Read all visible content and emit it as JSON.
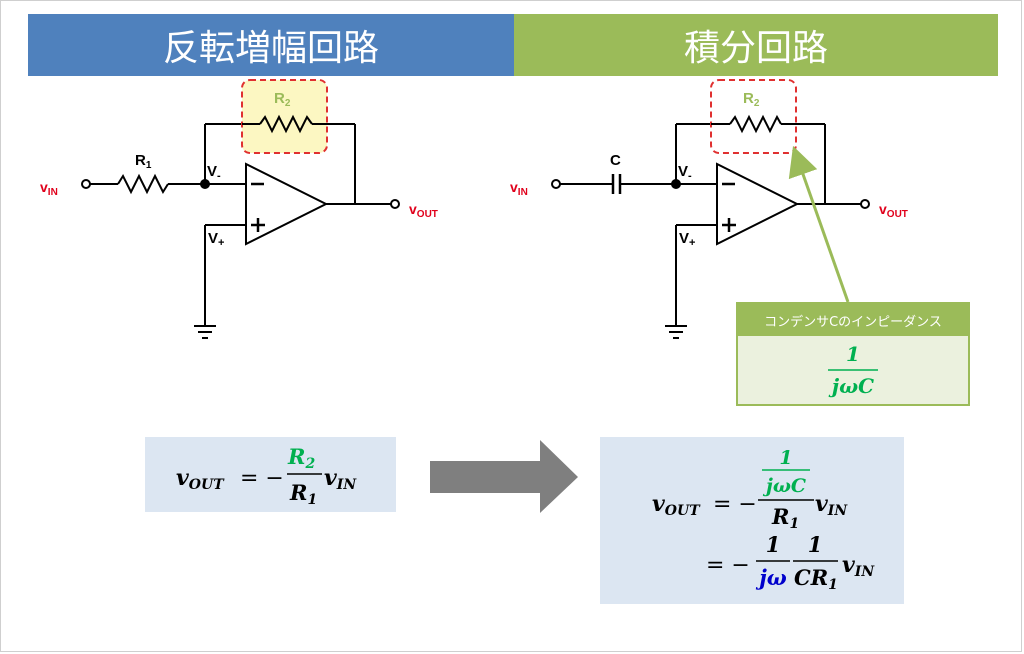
{
  "titles": {
    "left": "反転増幅回路",
    "right": "積分回路"
  },
  "colors": {
    "blue": "#4f81bd",
    "green": "#9bbb59",
    "label_red": "#e0001b",
    "formula_green": "#00b050",
    "formula_blue": "#0000cc"
  },
  "left_circuit": {
    "vin_main": "v",
    "vin_sub": "IN",
    "vout_main": "v",
    "vout_sub": "OUT",
    "r1_main": "R",
    "r1_sub": "1",
    "r2_main": "R",
    "r2_sub": "2",
    "vminus_main": "V",
    "vminus_sub": "-",
    "vplus_main": "V",
    "vplus_sub": "+"
  },
  "right_circuit": {
    "vin_main": "v",
    "vin_sub": "IN",
    "vout_main": "v",
    "vout_sub": "OUT",
    "c_label": "C",
    "r2_main": "R",
    "r2_sub": "2",
    "vminus_main": "V",
    "vminus_sub": "-",
    "vplus_main": "V",
    "vplus_sub": "+"
  },
  "impedance": {
    "header": "コンデンサCのインピーダンス",
    "numerator": "1",
    "denominator": "jωC"
  },
  "formula_left": {
    "lhs_main": "v",
    "lhs_sub": "OUT",
    "equals": "= −",
    "num_main": "R",
    "num_sub": "2",
    "den_main": "R",
    "den_sub": "1",
    "tail_main": "v",
    "tail_sub": "IN"
  },
  "formula_right": {
    "lhs_main": "v",
    "lhs_sub": "OUT",
    "equals": "= −",
    "inner_num": "1",
    "inner_den": "jωC",
    "den_main": "R",
    "den_sub": "1",
    "tail_main": "v",
    "tail_sub": "IN",
    "line2_equals": "= −",
    "f1_num": "1",
    "f1_den": "jω",
    "f2_num": "1",
    "f2_den_main": "CR",
    "f2_den_sub": "1",
    "line2_tail_main": "v",
    "line2_tail_sub": "IN"
  }
}
